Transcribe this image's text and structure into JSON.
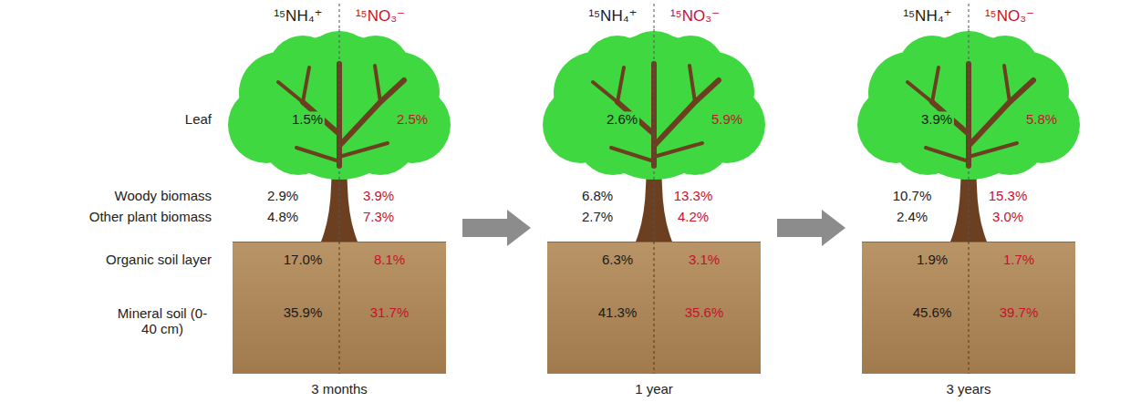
{
  "diagram": {
    "nodes": [
      {
        "text": [
          "1.5%",
          "2.5%",
          "2.9%",
          "3.9%",
          "4.8%",
          "7.3%"
        ]
      },
      {
        "text": [
          "17.0%",
          "8.1%",
          "35.9%",
          "31.7%"
        ]
      },
      {
        "text": [
          "2.6%",
          "5.9%",
          "6.8%",
          "13.3%",
          "2.7%",
          "4.2%"
        ]
      },
      {
        "text": [
          "6.3%",
          "3.1%",
          "41.3%",
          "35.6%"
        ]
      },
      {
        "text": [
          "3.9%",
          "5.8%",
          "10.7%",
          "15.3%",
          "2.4%",
          "3.0%"
        ]
      },
      {
        "text": [
          "1.9%",
          "1.7%",
          "45.6%",
          "39.7%"
        ]
      }
    ],
    "edges": [
      {
        "from": 0,
        "to": 2,
        "arrow": "to"
      },
      {
        "from": 2,
        "to": 4,
        "arrow": "to"
      }
    ],
    "labels": [
      "¹⁵NH₄⁺",
      "¹⁵NO₃⁻",
      "¹⁵NH₄⁺",
      "¹⁵NO₃⁻",
      "¹⁵NH₄⁺",
      "¹⁵NO₃⁻",
      "Leaf",
      "Woody biomass",
      "Other plant biomass",
      "Organic soil layer",
      "Mineral soil (0-40 cm)",
      "3 months",
      "1 year",
      "3 years"
    ]
  }
}
